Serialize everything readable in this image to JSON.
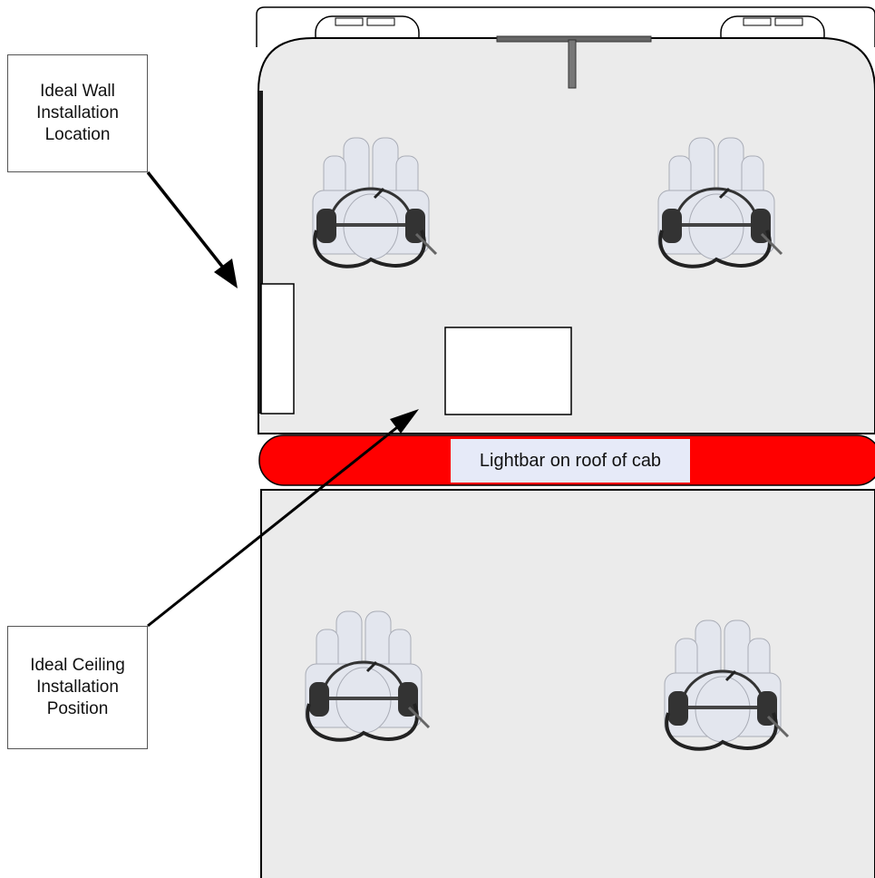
{
  "callouts": {
    "wall": "Ideal Wall\nInstallation\nLocation",
    "ceiling": "Ideal Ceiling\nInstallation\nPosition"
  },
  "lightbar": {
    "label": "Lightbar on roof of cab",
    "color": "#ff0000"
  },
  "colors": {
    "vehicle_fill": "#ebebeb",
    "outline": "#000000",
    "seat": "#e3e6ee",
    "headset": "#333333"
  },
  "seats": {
    "icon": "seat-with-headset-icon",
    "count": 4
  }
}
